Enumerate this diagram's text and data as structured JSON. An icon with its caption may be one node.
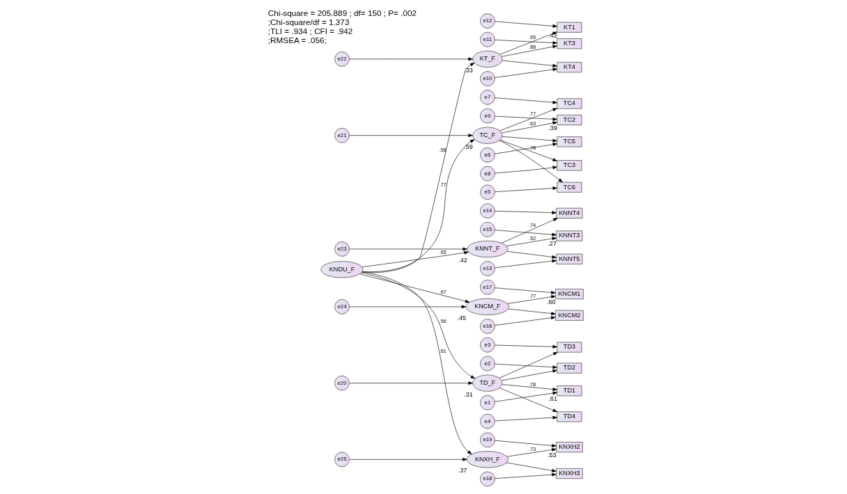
{
  "diagram": {
    "nodes": [
      {
        "text": [
          "e21"
        ]
      },
      {
        "text": [
          "TC_F"
        ],
        "beside": [
          ".59"
        ]
      },
      {
        "text": [
          "e9"
        ]
      },
      {
        "text": [
          "TC2"
        ],
        "beside": [
          ".39"
        ]
      },
      {
        "text": [
          "e8"
        ]
      },
      {
        "text": [
          "TC3"
        ]
      },
      {
        "text": [
          "e7"
        ]
      },
      {
        "text": [
          "TC4"
        ]
      },
      {
        "text": [
          "e6"
        ]
      },
      {
        "text": [
          "TC5"
        ]
      },
      {
        "text": [
          "e5"
        ]
      },
      {
        "text": [
          "TC6"
        ]
      },
      {
        "text": [
          "e22"
        ]
      },
      {
        "text": [
          "KT_F"
        ],
        "beside": [
          ".33"
        ]
      },
      {
        "text": [
          "e12"
        ]
      },
      {
        "text": [
          "KT1"
        ],
        "beside": [
          ".42"
        ]
      },
      {
        "text": [
          "e11"
        ]
      },
      {
        "text": [
          "KT3"
        ]
      },
      {
        "text": [
          "e10"
        ]
      },
      {
        "text": [
          "KT4"
        ]
      },
      {
        "text": [
          "e23"
        ]
      },
      {
        "text": [
          "KNNT_F"
        ],
        "beside": [
          ".42"
        ]
      },
      {
        "text": [
          "e15"
        ]
      },
      {
        "text": [
          "KNNT3"
        ],
        "beside": [
          ".27"
        ]
      },
      {
        "text": [
          "e14"
        ]
      },
      {
        "text": [
          "KNNT4"
        ]
      },
      {
        "text": [
          "e13"
        ]
      },
      {
        "text": [
          "KNNT5"
        ]
      },
      {
        "text": [
          "e24"
        ]
      },
      {
        "text": [
          "KNCM_F"
        ],
        "beside": [
          ".45"
        ]
      },
      {
        "text": [
          "e17"
        ]
      },
      {
        "text": [
          "KNCM1"
        ],
        "beside": [
          ".60"
        ]
      },
      {
        "text": [
          "e16"
        ]
      },
      {
        "text": [
          "KNCM2"
        ]
      },
      {
        "text": [
          "e25"
        ]
      },
      {
        "text": [
          "KNXH_F"
        ],
        "beside": [
          ".37"
        ]
      },
      {
        "text": [
          "e19"
        ]
      },
      {
        "text": [
          "KNXH2"
        ],
        "beside": [
          ".53"
        ]
      },
      {
        "text": [
          "e18"
        ]
      },
      {
        "text": [
          "KNXH3"
        ]
      },
      {
        "text": [
          "KNDU_F"
        ]
      },
      {
        "text": [
          "TD_F"
        ],
        "beside": [
          ".31"
        ]
      },
      {
        "text": [
          "e20"
        ]
      },
      {
        "text": [
          "TD1"
        ],
        "beside": [
          ".61"
        ]
      },
      {
        "text": [
          "e1"
        ]
      },
      {
        "text": [
          "TD2"
        ]
      },
      {
        "text": [
          "e2"
        ]
      },
      {
        "text": [
          "TD3"
        ]
      },
      {
        "text": [
          "e3"
        ]
      },
      {
        "text": [
          "TD4"
        ]
      },
      {
        "text": [
          "e4"
        ]
      }
    ],
    "edges": [
      {
        "from": 40,
        "to": 1,
        "arrow": "to",
        "label": ".77"
      },
      {
        "from": 40,
        "to": 13,
        "arrow": "to",
        "label": ".58"
      },
      {
        "from": 40,
        "to": 21,
        "arrow": "to",
        "label": ".65"
      },
      {
        "from": 40,
        "to": 29,
        "arrow": "to",
        "label": ".67"
      },
      {
        "from": 40,
        "to": 35,
        "arrow": "to",
        "label": ".61"
      },
      {
        "from": 40,
        "to": 41,
        "arrow": "to",
        "label": ".56"
      },
      {
        "from": 0,
        "to": 1,
        "arrow": "to"
      },
      {
        "from": 1,
        "to": 3,
        "arrow": "to",
        "label": ".63"
      },
      {
        "from": 1,
        "to": 5,
        "arrow": "to",
        "label": ".78"
      },
      {
        "from": 1,
        "to": 7,
        "arrow": "to",
        "label": ".77"
      },
      {
        "from": 1,
        "to": 9,
        "arrow": "to"
      },
      {
        "from": 1,
        "to": 11,
        "arrow": "to"
      },
      {
        "from": 2,
        "to": 3,
        "arrow": "to"
      },
      {
        "from": 4,
        "to": 5,
        "arrow": "to"
      },
      {
        "from": 6,
        "to": 7,
        "arrow": "to"
      },
      {
        "from": 8,
        "to": 9,
        "arrow": "to"
      },
      {
        "from": 10,
        "to": 11,
        "arrow": "to"
      },
      {
        "from": 12,
        "to": 13,
        "arrow": "to"
      },
      {
        "from": 13,
        "to": 15,
        "arrow": "to",
        "label": ".65"
      },
      {
        "from": 13,
        "to": 17,
        "arrow": "to",
        "label": ".88"
      },
      {
        "from": 13,
        "to": 19,
        "arrow": "to"
      },
      {
        "from": 14,
        "to": 15,
        "arrow": "to"
      },
      {
        "from": 16,
        "to": 17,
        "arrow": "to"
      },
      {
        "from": 18,
        "to": 19,
        "arrow": "to"
      },
      {
        "from": 20,
        "to": 21,
        "arrow": "to"
      },
      {
        "from": 21,
        "to": 23,
        "arrow": "to",
        "label": ".52"
      },
      {
        "from": 21,
        "to": 25,
        "arrow": "to",
        "label": ".74"
      },
      {
        "from": 21,
        "to": 27,
        "arrow": "to"
      },
      {
        "from": 22,
        "to": 23,
        "arrow": "to"
      },
      {
        "from": 24,
        "to": 25,
        "arrow": "to"
      },
      {
        "from": 26,
        "to": 27,
        "arrow": "to"
      },
      {
        "from": 28,
        "to": 29,
        "arrow": "to"
      },
      {
        "from": 29,
        "to": 31,
        "arrow": "to",
        "label": ".77"
      },
      {
        "from": 29,
        "to": 33,
        "arrow": "to"
      },
      {
        "from": 30,
        "to": 31,
        "arrow": "to"
      },
      {
        "from": 32,
        "to": 33,
        "arrow": "to"
      },
      {
        "from": 34,
        "to": 35,
        "arrow": "to"
      },
      {
        "from": 35,
        "to": 37,
        "arrow": "to",
        "label": ".73"
      },
      {
        "from": 35,
        "to": 39,
        "arrow": "to"
      },
      {
        "from": 36,
        "to": 37,
        "arrow": "to"
      },
      {
        "from": 38,
        "to": 39,
        "arrow": "to"
      },
      {
        "from": 42,
        "to": 41,
        "arrow": "to"
      },
      {
        "from": 41,
        "to": 43,
        "arrow": "to",
        "label": ".78"
      },
      {
        "from": 41,
        "to": 45,
        "arrow": "to"
      },
      {
        "from": 41,
        "to": 47,
        "arrow": "to"
      },
      {
        "from": 41,
        "to": 49,
        "arrow": "to"
      },
      {
        "from": 44,
        "to": 43,
        "arrow": "to"
      },
      {
        "from": 46,
        "to": 45,
        "arrow": "to"
      },
      {
        "from": 48,
        "to": 47,
        "arrow": "to"
      },
      {
        "from": 50,
        "to": 49,
        "arrow": "to"
      }
    ],
    "labels": [
      "Chi-square = 205.889 ; df= 150 ; P= .002",
      ";Chi-square/df = 1.373",
      ";TLI = .934 ; CFI = .942",
      ";RMSEA = .056;"
    ]
  }
}
